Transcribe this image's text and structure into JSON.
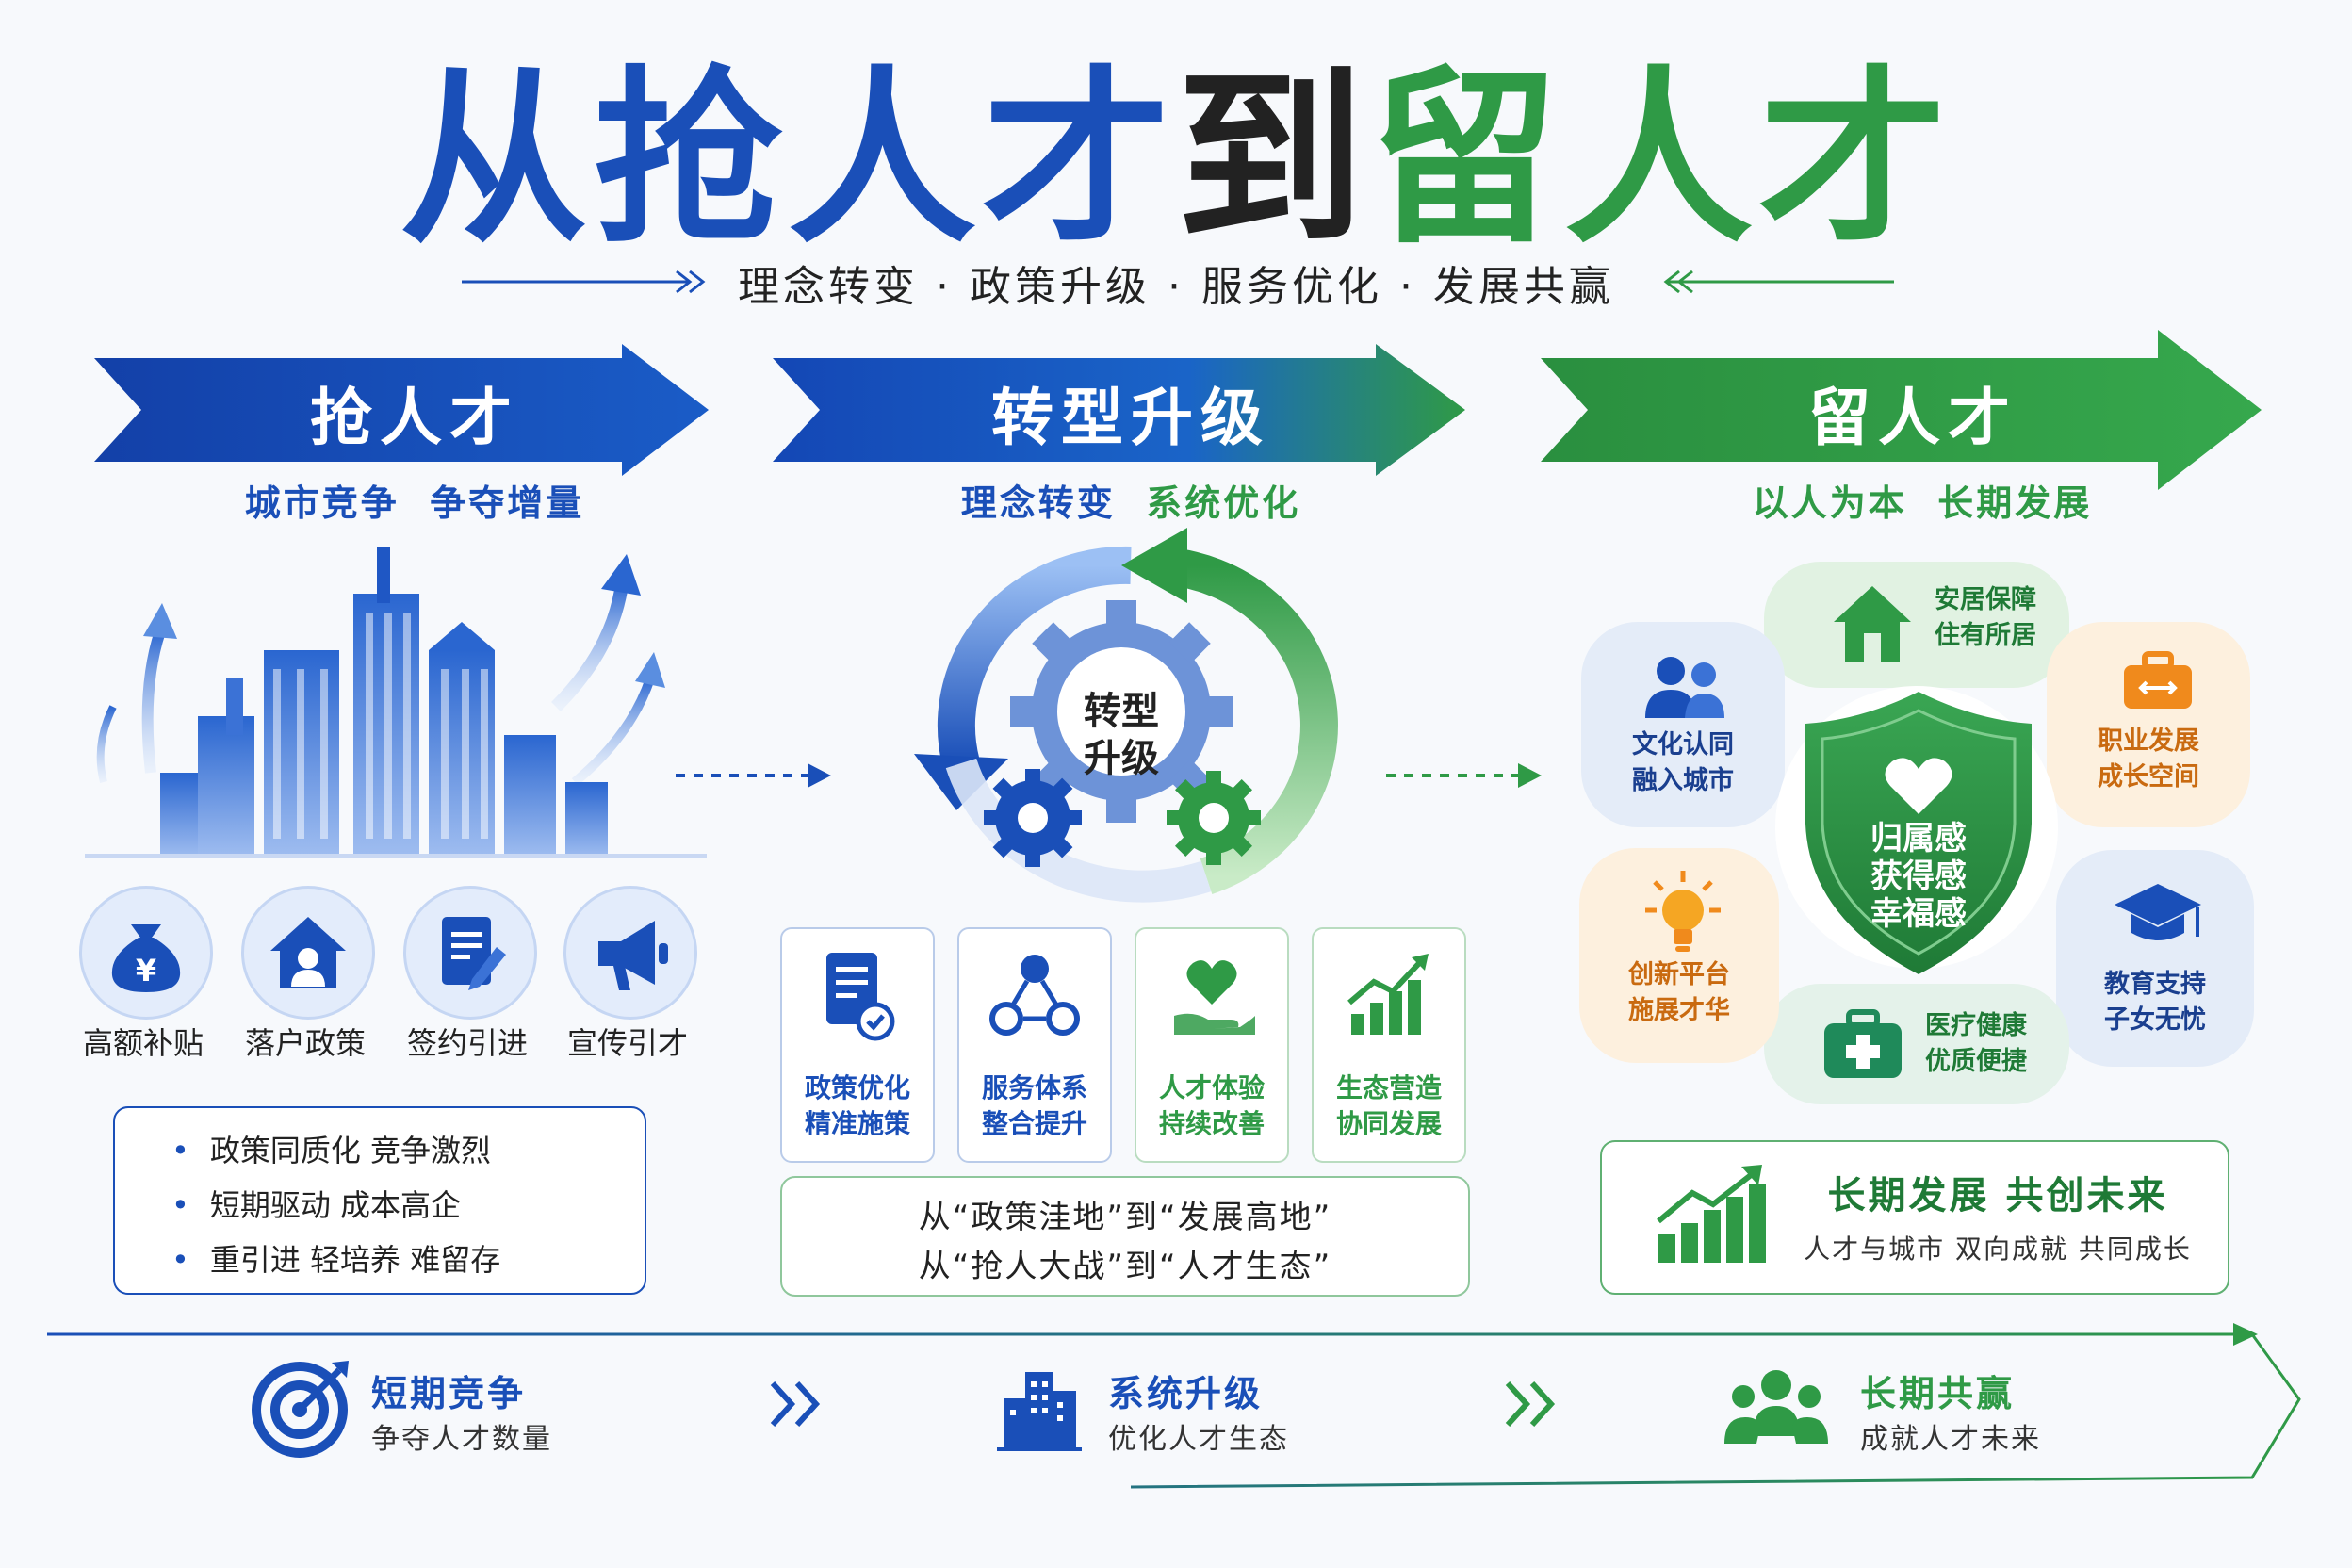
{
  "header": {
    "title_part1": "从抢人才",
    "title_part2": "到",
    "title_part3": "留人才",
    "subtitle": "理念转变 · 政策升级 · 服务优化 · 发展共赢"
  },
  "stages": [
    {
      "label": "抢人才",
      "sub1": "城市竞争",
      "sub2": "争夺增量"
    },
    {
      "label": "转型升级",
      "sub1": "理念转变",
      "sub2": "系统优化"
    },
    {
      "label": "留人才",
      "sub1": "以人为本",
      "sub2": "长期发展"
    }
  ],
  "grab": {
    "icons": [
      {
        "label": "高额补贴",
        "icon": "money-bag-icon"
      },
      {
        "label": "落户政策",
        "icon": "house-person-icon"
      },
      {
        "label": "签约引进",
        "icon": "document-sign-icon"
      },
      {
        "label": "宣传引才",
        "icon": "megaphone-icon"
      }
    ],
    "bullets": [
      "政策同质化 竞争激烈",
      "短期驱动 成本高企",
      "重引进 轻培养 难留存"
    ]
  },
  "transform": {
    "center_line1": "转型",
    "center_line2": "升级",
    "cards": [
      {
        "line1": "政策优化",
        "line2": "精准施策",
        "icon": "policy-doc-icon",
        "color": "#1a4fb8"
      },
      {
        "line1": "服务体系",
        "line2": "整合提升",
        "icon": "network-icon",
        "color": "#1a4fb8"
      },
      {
        "line1": "人才体验",
        "line2": "持续改善",
        "icon": "heart-hand-icon",
        "color": "#2f9a46"
      },
      {
        "line1": "生态营造",
        "line2": "协同发展",
        "icon": "growth-chart-icon",
        "color": "#2f9a46"
      }
    ],
    "quote1": "从“政策洼地”到“发展高地”",
    "quote2": "从“抢人大战”到“人才生态”"
  },
  "retain": {
    "shield_line1": "归属感",
    "shield_line2": "获得感",
    "shield_line3": "幸福感",
    "petals": [
      {
        "line1": "安居保障",
        "line2": "住有所居",
        "icon": "home-icon"
      },
      {
        "line1": "职业发展",
        "line2": "成长空间",
        "icon": "briefcase-icon"
      },
      {
        "line1": "教育支持",
        "line2": "子女无忧",
        "icon": "graduation-cap-icon"
      },
      {
        "line1": "医疗健康",
        "line2": "优质便捷",
        "icon": "medical-kit-icon"
      },
      {
        "line1": "创新平台",
        "line2": "施展才华",
        "icon": "lightbulb-icon"
      },
      {
        "line1": "文化认同",
        "line2": "融入城市",
        "icon": "people-icon"
      }
    ],
    "future_title": "长期发展  共创未来",
    "future_sub": "人才与城市  双向成就  共同成长"
  },
  "timeline": [
    {
      "title": "短期竞争",
      "sub": "争夺人才数量",
      "icon": "target-icon"
    },
    {
      "title": "系统升级",
      "sub": "优化人才生态",
      "icon": "buildings-icon"
    },
    {
      "title": "长期共赢",
      "sub": "成就人才未来",
      "icon": "group-icon"
    }
  ],
  "colors": {
    "blue": "#1a4fb8",
    "green": "#2f9a46",
    "dark": "#222222"
  }
}
